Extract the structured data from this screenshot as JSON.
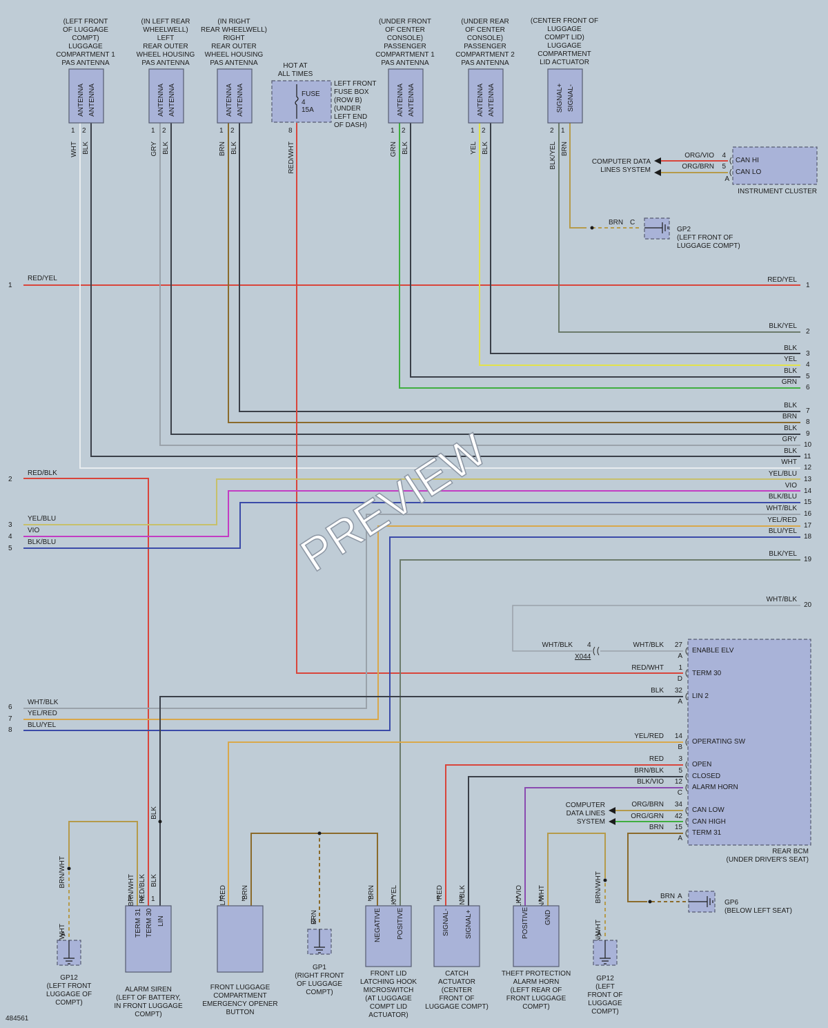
{
  "components": {
    "pas1": {
      "label": [
        "(LEFT FRONT",
        "OF LUGGAGE",
        "COMPT)",
        "LUGGAGE",
        "COMPARTMENT 1",
        "PAS ANTENNA"
      ],
      "pins": [
        "ANTENNA",
        "ANTENNA"
      ],
      "pin_numbers": [
        "1",
        "2"
      ],
      "wire_colors": [
        "WHT",
        "BLK"
      ]
    },
    "pas_left_rear": {
      "label": [
        "(IN LEFT REAR",
        "WHEELWELL)",
        "LEFT",
        "REAR OUTER",
        "WHEEL HOUSING",
        "PAS ANTENNA"
      ],
      "pins": [
        "ANTENNA",
        "ANTENNA"
      ],
      "pin_numbers": [
        "1",
        "2"
      ],
      "wire_colors": [
        "GRY",
        "BLK"
      ]
    },
    "pas_right_rear": {
      "label": [
        "(IN RIGHT",
        "REAR WHEELWELL)",
        "RIGHT",
        "REAR OUTER",
        "WHEEL HOUSING",
        "PAS ANTENNA"
      ],
      "pins": [
        "ANTENNA",
        "ANTENNA"
      ],
      "pin_numbers": [
        "1",
        "2"
      ],
      "wire_colors": [
        "BRN",
        "BLK"
      ]
    },
    "fuse": {
      "hot_label": [
        "HOT AT",
        "ALL TIMES"
      ],
      "fuse_text": [
        "FUSE",
        "4",
        "15A"
      ],
      "location": [
        "LEFT FRONT",
        "FUSE BOX",
        "(ROW B)",
        "(UNDER",
        "LEFT END",
        "OF DASH)"
      ],
      "pin": "8",
      "wire_color": "RED/WHT"
    },
    "pas_console1": {
      "label": [
        "(UNDER FRONT",
        "OF CENTER",
        "CONSOLE)",
        "PASSENGER",
        "COMPARTMENT 1",
        "PAS ANTENNA"
      ],
      "pins": [
        "ANTENNA",
        "ANTENNA"
      ],
      "pin_numbers": [
        "1",
        "2"
      ],
      "wire_colors": [
        "GRN",
        "BLK"
      ]
    },
    "pas_console2": {
      "label": [
        "(UNDER REAR",
        "OF CENTER",
        "CONSOLE)",
        "PASSENGER",
        "COMPARTMENT 2",
        "PAS ANTENNA"
      ],
      "pins": [
        "ANTENNA",
        "ANTENNA"
      ],
      "pin_numbers": [
        "1",
        "2"
      ],
      "wire_colors": [
        "YEL",
        "BLK"
      ]
    },
    "lid_actuator": {
      "label": [
        "(CENTER FRONT OF",
        "LUGGAGE",
        "COMPT LID)",
        "LUGGAGE",
        "COMPARTMENT",
        "LID ACTUATOR"
      ],
      "pins": [
        "SIGNAL+",
        "SIGNAL-"
      ],
      "pin_numbers": [
        "2",
        "1"
      ],
      "wire_colors": [
        "BLK/YEL",
        "BRN"
      ]
    },
    "instrument_cluster": {
      "name": "INSTRUMENT CLUSTER",
      "pins": [
        "CAN HI",
        "CAN LO"
      ],
      "pin_numbers": [
        "4",
        "5"
      ],
      "connector": "A",
      "wire_colors": [
        "ORG/VIO",
        "ORG/BRN"
      ],
      "system_label": [
        "COMPUTER DATA",
        "LINES SYSTEM"
      ]
    },
    "gp2": {
      "name": "GP2",
      "location": [
        "(LEFT FRONT OF",
        "LUGGAGE COMPT)"
      ],
      "wire_color": "BRN",
      "pin": "C"
    },
    "rear_bcm": {
      "name": "REAR BCM",
      "location": "(UNDER DRIVER'S SEAT)",
      "pins": [
        {
          "num": "27",
          "conn": "A",
          "label": "ENABLE ELV",
          "wire": "WHT/BLK"
        },
        {
          "num": "1",
          "conn": "D",
          "label": "TERM 30",
          "wire": "RED/WHT"
        },
        {
          "num": "32",
          "conn": "A",
          "label": "LIN 2",
          "wire": "BLK"
        },
        {
          "num": "14",
          "conn": "B",
          "label": "OPERATING SW",
          "wire": "YEL/RED"
        },
        {
          "num": "3",
          "conn": "",
          "label": "OPEN",
          "wire": "RED"
        },
        {
          "num": "5",
          "conn": "",
          "label": "CLOSED",
          "wire": "BRN/BLK"
        },
        {
          "num": "12",
          "conn": "C",
          "label": "ALARM HORN",
          "wire": "BLK/VIO"
        },
        {
          "num": "34",
          "conn": "",
          "label": "CAN LOW",
          "wire": "ORG/BRN"
        },
        {
          "num": "42",
          "conn": "",
          "label": "CAN HIGH",
          "wire": "ORG/GRN"
        },
        {
          "num": "15",
          "conn": "A",
          "label": "TERM 31",
          "wire": "BRN"
        }
      ],
      "system_label": [
        "COMPUTER",
        "DATA LINES",
        "SYSTEM"
      ]
    },
    "x044": {
      "name": "X044",
      "pin": "4",
      "wire": "WHT/BLK"
    },
    "gp6": {
      "name": "GP6",
      "location": "(BELOW LEFT SEAT)",
      "wire": "BRN",
      "pin": "A"
    },
    "gp12_left": {
      "name": "GP12",
      "location": [
        "(LEFT FRONT",
        "LUGGAGE OF",
        "COMPT)"
      ],
      "wire": "BRN/WHT",
      "pin": "A"
    },
    "alarm_siren": {
      "name": [
        "ALARM SIREN",
        "(LEFT OF BATTERY,",
        "IN FRONT LUGGAGE",
        "COMPT)"
      ],
      "pins": [
        "TERM 31",
        "TERM 30",
        "LIN"
      ],
      "pin_numbers": [
        "2",
        "3",
        "1"
      ],
      "wire_colors": [
        "BRN/WHT",
        "RED/BLK",
        "BLK"
      ]
    },
    "opener_button": {
      "name": [
        "FRONT LUGGAGE",
        "COMPARTMENT",
        "EMERGENCY OPENER",
        "BUTTON"
      ],
      "pin_numbers": [
        "1",
        "2"
      ],
      "wire_colors": [
        "YEL/RED",
        "BRN"
      ]
    },
    "gp1": {
      "name": "GP1",
      "location": [
        "(RIGHT FRONT",
        "OF LUGGAGE",
        "COMPT)"
      ],
      "wire": "BRN",
      "pin": "D"
    },
    "microswitch": {
      "name": [
        "FRONT LID",
        "LATCHING HOOK",
        "MICROSWITCH",
        "(AT LUGGAGE",
        "COMPT LID",
        "ACTUATOR)"
      ],
      "pins": [
        "NEGATIVE",
        "POSITIVE"
      ],
      "pin_numbers": [
        "2",
        "1"
      ],
      "wire_colors": [
        "BRN",
        "BLK/YEL"
      ]
    },
    "catch_actuator": {
      "name": [
        "CATCH",
        "ACTUATOR",
        "(CENTER",
        "FRONT OF",
        "LUGGAGE COMPT)"
      ],
      "pins": [
        "SIGNAL-",
        "SIGNAL+"
      ],
      "pin_numbers": [
        "1",
        "2"
      ],
      "wire_colors": [
        "RED",
        "BRN/BLK"
      ]
    },
    "alarm_horn": {
      "name": [
        "THEFT PROTECTION",
        "ALARM HORN",
        "(LEFT REAR OF",
        "FRONT LUGGAGE",
        "COMPT)"
      ],
      "pins": [
        "POSITIVE",
        "GND"
      ],
      "pin_numbers": [
        "1",
        "2"
      ],
      "wire_colors": [
        "BLK/VIO",
        "BRN/WHT"
      ]
    },
    "gp12_right": {
      "name": "GP12",
      "location": [
        "(LEFT",
        "FRONT OF",
        "LUGGAGE",
        "COMPT)"
      ],
      "wire": "BRN/WHT",
      "pin": "A"
    }
  },
  "left_connectors": [
    {
      "num": "1",
      "color": "RED/YEL"
    },
    {
      "num": "2",
      "color": "RED/BLK"
    },
    {
      "num": "3",
      "color": "YEL/BLU"
    },
    {
      "num": "4",
      "color": "VIO"
    },
    {
      "num": "5",
      "color": "BLK/BLU"
    },
    {
      "num": "6",
      "color": "WHT/BLK"
    },
    {
      "num": "7",
      "color": "YEL/RED"
    },
    {
      "num": "8",
      "color": "BLU/YEL"
    }
  ],
  "right_connectors": [
    {
      "num": "1",
      "color": "RED/YEL"
    },
    {
      "num": "2",
      "color": "BLK/YEL"
    },
    {
      "num": "3",
      "color": "BLK"
    },
    {
      "num": "4",
      "color": "YEL"
    },
    {
      "num": "5",
      "color": "BLK"
    },
    {
      "num": "6",
      "color": "GRN"
    },
    {
      "num": "7",
      "color": "BLK"
    },
    {
      "num": "8",
      "color": "BRN"
    },
    {
      "num": "9",
      "color": "BLK"
    },
    {
      "num": "10",
      "color": "GRY"
    },
    {
      "num": "11",
      "color": "BLK"
    },
    {
      "num": "12",
      "color": "WHT"
    },
    {
      "num": "13",
      "color": "YEL/BLU"
    },
    {
      "num": "14",
      "color": "VIO"
    },
    {
      "num": "15",
      "color": "BLK/BLU"
    },
    {
      "num": "16",
      "color": "WHT/BLK"
    },
    {
      "num": "17",
      "color": "YEL/RED"
    },
    {
      "num": "18",
      "color": "BLU/YEL"
    },
    {
      "num": "19",
      "color": "BLK/YEL"
    },
    {
      "num": "20",
      "color": "WHT/BLK"
    }
  ],
  "diagram_id": "484561",
  "watermark": "PREVIEW",
  "colors": {
    "red": "#d9443a",
    "black": "#3a3f48",
    "white": "#e8ecef",
    "gray": "#9aa2aa",
    "brown": "#8a6a2a",
    "green": "#3fae3f",
    "yellow": "#e3e24a",
    "violet": "#c33bc3",
    "blue": "#3a4aa8",
    "orange": "#e07a2a",
    "tan": "#b59a4a"
  }
}
